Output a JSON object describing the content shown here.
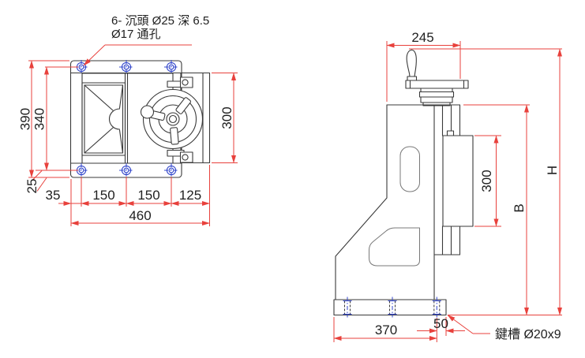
{
  "drawing": {
    "title_note": {
      "counterbore_line1": "6- 沉頭 Ø25 深 6.5",
      "counterbore_line2": "Ø17 通孔"
    },
    "front_view": {
      "dim_overall_height": "390",
      "dim_bolt_span_vertical": "340",
      "dim_bottom_edge_offset": "25",
      "dim_left_edge_offset": "35",
      "dim_bolt_pitch_1": "150",
      "dim_bolt_pitch_2": "150",
      "dim_right_segment": "125",
      "dim_overall_width": "460",
      "dim_body_height": "300"
    },
    "side_view": {
      "dim_top_width": "245",
      "dim_slide_block_height": "300",
      "dim_body_height_label": "B",
      "dim_overall_height_label": "H",
      "dim_base_width": "370",
      "dim_base_right_offset": "50",
      "keyway_note": "鍵槽 Ø20x9"
    },
    "colors": {
      "line": "#3a3a3a",
      "secondary_line": "#787878",
      "dimension_red": "#e8413c",
      "centerline_blue": "#3347cb",
      "text": "#1f1f1f",
      "background": "#ffffff"
    }
  }
}
